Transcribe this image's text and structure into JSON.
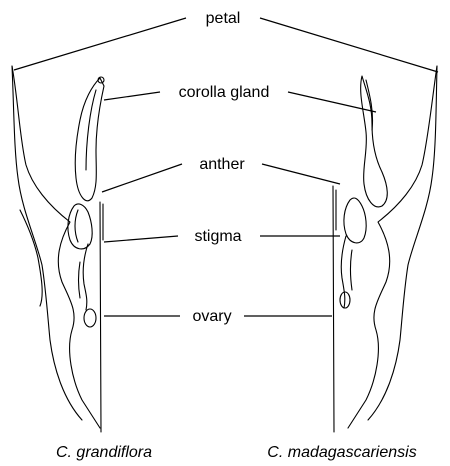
{
  "labels": {
    "petal": "petal",
    "corolla_gland": "corolla gland",
    "anther": "anther",
    "stigma": "stigma",
    "ovary": "ovary"
  },
  "captions": {
    "left": "C. grandiflora",
    "right": "C. madagascariensis"
  }
}
